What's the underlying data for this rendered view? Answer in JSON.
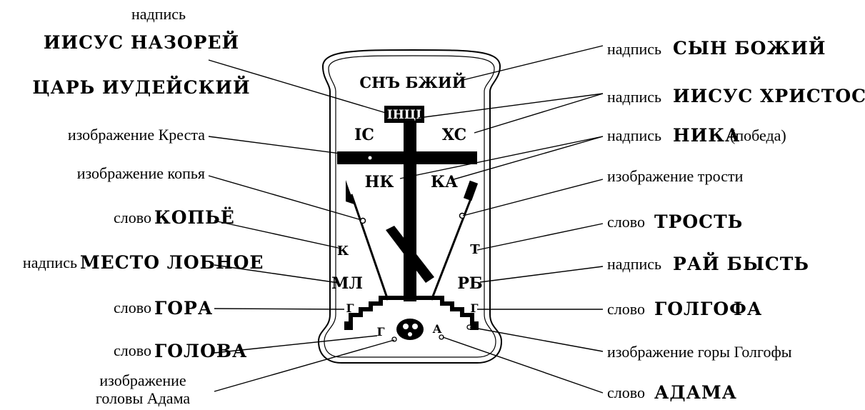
{
  "left": {
    "inri_label": "надпись",
    "inri_big_1": "ИИСУС НАЗОРЕЙ",
    "inri_big_2": "ЦАРЬ ИУДЕЙСКИЙ",
    "cross_image": "изображение Креста",
    "spear_image": "изображение копья",
    "spear_word_prefix": "слово",
    "spear_word": "КОПЬЁ",
    "skull_place_prefix": "надпись",
    "skull_place": "МЕСТО ЛОБНОЕ",
    "mount_word_prefix": "слово",
    "mount_word": "ГОРА",
    "head_word_prefix": "слово",
    "head_word": "ГОЛОВА",
    "adam_head_image_1": "изображение",
    "adam_head_image_2": "головы Адама"
  },
  "right": {
    "son_prefix": "надпись",
    "son": "СЫН БОЖИЙ",
    "jc_prefix": "надпись",
    "jc": "ИИСУС ХРИСТОС",
    "nika_prefix": "надпись",
    "nika": "НИКА",
    "nika_suffix": "(победа)",
    "reed_image": "изображение трости",
    "reed_word_prefix": "слово",
    "reed_word": "ТРОСТЬ",
    "paradise_prefix": "надпись",
    "paradise": "РАЙ БЫСТЬ",
    "golgotha_prefix": "слово",
    "golgotha": "ГОЛГОФА",
    "mount_image": "изображение горы Голгофы",
    "adam_prefix": "слово",
    "adam": "АДАМА"
  },
  "icon": {
    "top_text": "СНЪ БЖИЙ",
    "tablet": "IНЦI",
    "ic": "IC",
    "xc": "XC",
    "nk": "НК",
    "ka": "КА",
    "k": "К",
    "t": "Т",
    "ml": "МЛ",
    "rb": "РБ",
    "g1": "Г",
    "g2": "Г",
    "g3": "Г",
    "a": "А"
  }
}
